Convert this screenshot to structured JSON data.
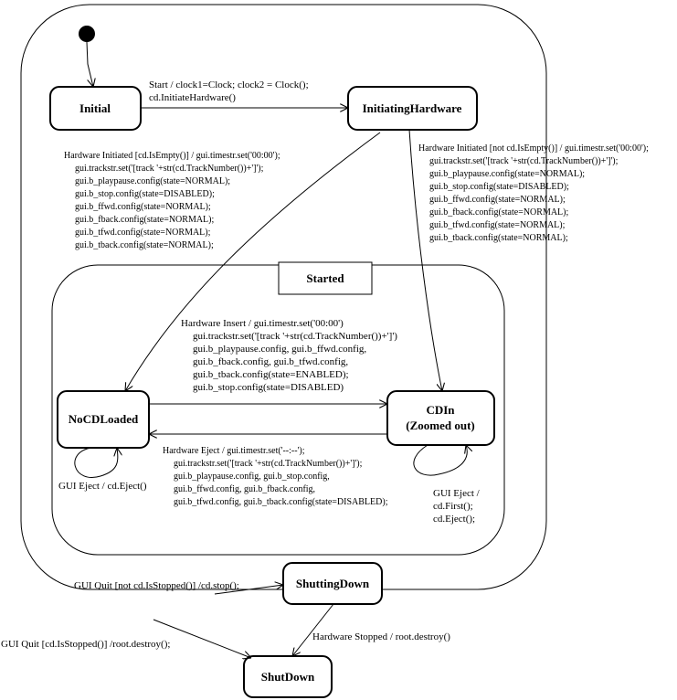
{
  "states": {
    "initial": "Initial",
    "initiating_hardware": "InitiatingHardware",
    "started": "Started",
    "no_cd_loaded": "NoCDLoaded",
    "cd_in_line1": "CDIn",
    "cd_in_line2": "(Zoomed out)",
    "shutting_down": "ShuttingDown",
    "shut_down": "ShutDown"
  },
  "transitions": {
    "start": [
      "Start  / clock1=Clock; clock2 = Clock();",
      "cd.InitiateHardware()"
    ],
    "hw_initiated_empty": [
      "Hardware Initiated [cd.IsEmpty()] / gui.timestr.set('00:00');",
      "gui.trackstr.set('[track '+str(cd.TrackNumber())+']');",
      "gui.b_playpause.config(state=NORMAL);",
      "gui.b_stop.config(state=DISABLED);",
      "gui.b_ffwd.config(state=NORMAL);",
      "gui.b_fback.config(state=NORMAL);",
      "gui.b_tfwd.config(state=NORMAL);",
      "gui.b_tback.config(state=NORMAL);"
    ],
    "hw_initiated_not_empty": [
      "Hardware Initiated [not cd.IsEmpty()] / gui.timestr.set('00:00');",
      "gui.trackstr.set('[track '+str(cd.TrackNumber())+']');",
      "gui.b_playpause.config(state=NORMAL);",
      "gui.b_stop.config(state=DISABLED);",
      "gui.b_ffwd.config(state=NORMAL);",
      "gui.b_fback.config(state=NORMAL);",
      "gui.b_tfwd.config(state=NORMAL);",
      "gui.b_tback.config(state=NORMAL);"
    ],
    "hw_insert": [
      "Hardware Insert / gui.timestr.set('00:00')",
      "gui.trackstr.set('[track '+str(cd.TrackNumber())+']')",
      "gui.b_playpause.config, gui.b_ffwd.config,",
      "gui.b_fback.config, gui.b_tfwd.config,",
      "gui.b_tback.config(state=ENABLED);",
      "gui.b_stop.config(state=DISABLED)"
    ],
    "hw_eject": [
      "Hardware Eject  / gui.timestr.set('--:--');",
      "gui.trackstr.set('[track '+str(cd.TrackNumber())+']');",
      "gui.b_playpause.config, gui.b_stop.config,",
      "gui.b_ffwd.config, gui.b_fback.config,",
      "gui.b_tfwd.config, gui.b_tback.config(state=DISABLED);"
    ],
    "gui_eject_nocd": "GUI Eject / cd.Eject()",
    "gui_eject_cdin": [
      "GUI Eject /",
      "cd.First();",
      "cd.Eject();"
    ],
    "gui_quit_not_stopped": "GUI Quit [not cd.IsStopped()] /cd.stop();",
    "gui_quit_stopped": "GUI Quit [cd.IsStopped()] /root.destroy();",
    "hw_stopped": "Hardware Stopped / root.destroy()"
  }
}
